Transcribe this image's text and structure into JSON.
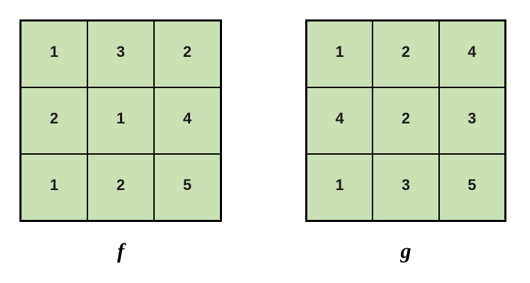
{
  "figure": {
    "background_color": "#ffffff",
    "cell_fill_color": "#c9e1b4",
    "border_color": "#000000",
    "text_color": "#1a1a1a"
  },
  "matrices": [
    {
      "id": "f",
      "caption": "f",
      "rows": 3,
      "cols": 3,
      "values": [
        [
          "1",
          "3",
          "2"
        ],
        [
          "2",
          "1",
          "4"
        ],
        [
          "1",
          "2",
          "5"
        ]
      ]
    },
    {
      "id": "g",
      "caption": "g",
      "rows": 3,
      "cols": 3,
      "values": [
        [
          "1",
          "2",
          "4"
        ],
        [
          "4",
          "2",
          "3"
        ],
        [
          "1",
          "3",
          "5"
        ]
      ]
    }
  ],
  "chart_data": {
    "type": "heatmap",
    "title": "",
    "xlabel": "",
    "ylabel": "",
    "grid": true,
    "legend": "none",
    "panels": [
      {
        "name": "f",
        "label": "f",
        "shape": [
          3,
          3
        ],
        "matrix": [
          [
            1,
            3,
            2
          ],
          [
            2,
            1,
            4
          ],
          [
            1,
            2,
            5
          ]
        ],
        "cell_color": "#c9e1b4"
      },
      {
        "name": "g",
        "label": "g",
        "shape": [
          3,
          3
        ],
        "matrix": [
          [
            1,
            2,
            4
          ],
          [
            4,
            2,
            3
          ],
          [
            1,
            3,
            5
          ]
        ],
        "cell_color": "#c9e1b4"
      }
    ]
  }
}
